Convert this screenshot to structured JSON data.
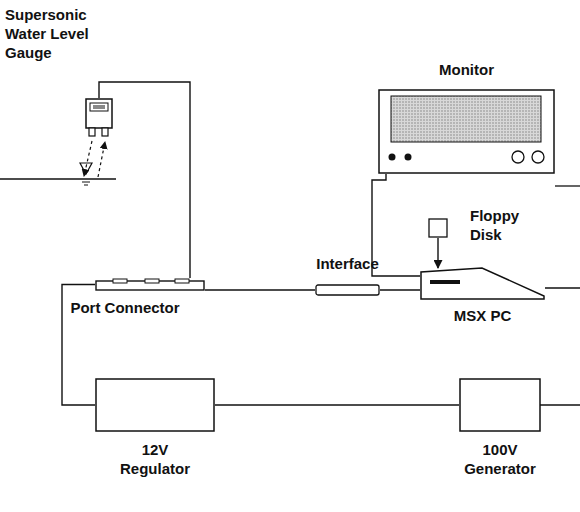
{
  "diagram": {
    "nodes": [
      {
        "text": [
          "Supersonic Water Level Gauge"
        ]
      },
      {
        "text": [
          "Monitor"
        ]
      },
      {
        "text": [
          "Floppy Disk"
        ]
      },
      {
        "text": [
          "MSX PC"
        ]
      },
      {
        "text": [
          "Interface"
        ]
      },
      {
        "text": [
          "Port Connector"
        ]
      },
      {
        "text": [
          "12V Regulator"
        ]
      },
      {
        "text": [
          "100V Generator"
        ]
      }
    ],
    "edges": [
      {
        "from": 0,
        "to": 5,
        "arrow": "none"
      },
      {
        "from": 5,
        "to": 4,
        "arrow": "none"
      },
      {
        "from": 4,
        "to": 3,
        "arrow": "none"
      },
      {
        "from": 1,
        "to": 3,
        "arrow": "none"
      },
      {
        "from": 2,
        "to": 3,
        "arrow": "to"
      },
      {
        "from": 5,
        "to": 6,
        "arrow": "none"
      },
      {
        "from": 6,
        "to": 7,
        "arrow": "none"
      }
    ]
  }
}
